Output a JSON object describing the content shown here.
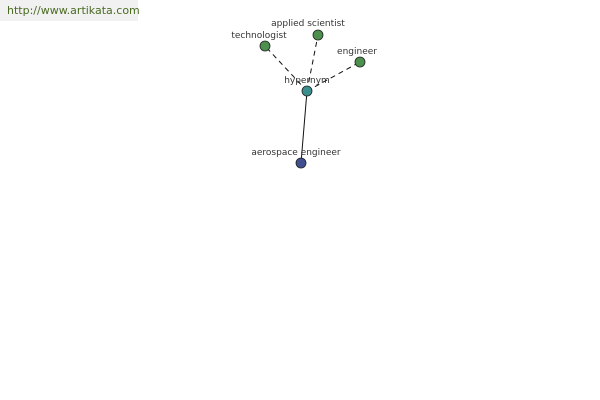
{
  "site_url": "http://www.artikata.com",
  "graph": {
    "hub": {
      "label": "hypernym",
      "color": "#3b8f8f"
    },
    "nodes": [
      {
        "id": "technologist",
        "label": "technologist",
        "color": "#4d8f4d",
        "edge": "dashed"
      },
      {
        "id": "applied-scientist",
        "label": "applied scientist",
        "color": "#4d8f4d",
        "edge": "dashed"
      },
      {
        "id": "engineer",
        "label": "engineer",
        "color": "#4d8f4d",
        "edge": "dashed"
      },
      {
        "id": "aerospace-engineer",
        "label": "aerospace engineer",
        "color": "#3f4f8f",
        "edge": "solid"
      }
    ]
  }
}
